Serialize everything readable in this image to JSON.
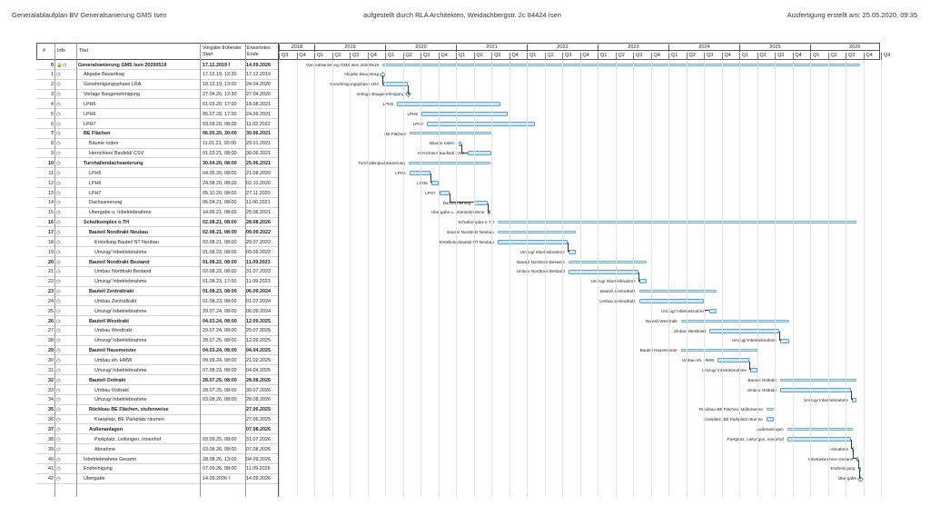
{
  "header": {
    "title": "Generalablaufplan BV Generalsanierung GMS Isen",
    "author": "aufgestellt durch RLA Architekten, Weidachbergstr. 2c 84424 Isen",
    "date": "Ausfertigung erstellt am: 25.05.2020, 09:35"
  },
  "table": {
    "columns": {
      "nr": "#",
      "info": "Info",
      "title": "Titel",
      "start": "Vorgabe frühester Start",
      "end": "Erwartetes Ende"
    },
    "rows": [
      {
        "nr": "0",
        "name": "Generalsanierung GMS Isen 20200519",
        "start": "17.12.2019 I",
        "end": "14.09.2026",
        "summary": true,
        "indent": 0
      },
      {
        "nr": "1",
        "name": "Abgabe Bauantrag",
        "start": "17.12.19, 12:30",
        "end": "17.12.2019",
        "indent": 1
      },
      {
        "nr": "2",
        "name": "Genehmigungsphase LRA",
        "start": "18.12.19, 13:00",
        "end": "24.04.2020",
        "indent": 1
      },
      {
        "nr": "3",
        "name": "Vorlage Baugenehmigung",
        "start": "27.04.20, 12:30",
        "end": "27.04.2020",
        "indent": 1
      },
      {
        "nr": "4",
        "name": "LPH5",
        "start": "01.03.20, 17:00",
        "end": "18.08.2021",
        "indent": 1
      },
      {
        "nr": "5",
        "name": "LPH6",
        "start": "05.07.20, 17:00",
        "end": "24.09.2021",
        "indent": 1
      },
      {
        "nr": "6",
        "name": "LPH7",
        "start": "03.08.20, 08:00",
        "end": "11.02.2022",
        "indent": 1
      },
      {
        "nr": "7",
        "name": "BE Flächen",
        "start": "06.05.20, 30:00",
        "end": "30.06.2021",
        "summary": true,
        "indent": 1
      },
      {
        "nr": "8",
        "name": "Bäume roden",
        "start": "11.01.21, 00:00",
        "end": "29.01.2021",
        "indent": 2
      },
      {
        "nr": "9",
        "name": "Herrichten/ Baufeld/ CSV",
        "start": "01.03.21, 08:00",
        "end": "30.06.2021",
        "indent": 2
      },
      {
        "nr": "10",
        "name": "Turnhallendachsanierung",
        "start": "30.04.20, 08:00",
        "end": "25.06.2021",
        "summary": true,
        "indent": 1
      },
      {
        "nr": "11",
        "name": "LPH5",
        "start": "04.05.20, 08:00",
        "end": "21.08.2020",
        "indent": 2
      },
      {
        "nr": "12",
        "name": "LPH6",
        "start": "24.08.20, 08:00",
        "end": "02.10.2020",
        "indent": 2
      },
      {
        "nr": "13",
        "name": "LPH7",
        "start": "05.10.20, 08:00",
        "end": "27.11.2020",
        "indent": 2
      },
      {
        "nr": "14",
        "name": "Dachsanierung",
        "start": "05.04.21, 08:00",
        "end": "11.06.2021",
        "indent": 2
      },
      {
        "nr": "15",
        "name": "Übergabe u. Inbetriebnahme",
        "start": "14.06.21, 08:00",
        "end": "25.06.2021",
        "indent": 2
      },
      {
        "nr": "16",
        "name": "Schulkomplex o.TH",
        "start": "02.08.21, 08:00",
        "end": "28.08.2026",
        "summary": true,
        "indent": 1
      },
      {
        "nr": "17",
        "name": "Bauteil Nordtrakt Neubau",
        "start": "02.08.21, 08:00",
        "end": "09.09.2022",
        "summary": true,
        "indent": 2
      },
      {
        "nr": "18",
        "name": "Erstellung Bauteil NT Neubau",
        "start": "02.08.21, 08:00",
        "end": "29.07.2022",
        "indent": 3
      },
      {
        "nr": "19",
        "name": "Umzug/ Inbetriebnahme",
        "start": "01.08.22, 08:00",
        "end": "09.09.2022",
        "indent": 3
      },
      {
        "nr": "20",
        "name": "Bauteil Nordtrakt Bestand",
        "start": "01.08.22, 08:00",
        "end": "11.09.2023",
        "summary": true,
        "indent": 2
      },
      {
        "nr": "21",
        "name": "Umbau Nordtrakt Bestand",
        "start": "02.08.22, 08:00",
        "end": "31.07.2023",
        "indent": 3
      },
      {
        "nr": "22",
        "name": "Umzug/ Inbetriebnahme",
        "start": "01.08.23, 17:00",
        "end": "11.09.2023",
        "indent": 3
      },
      {
        "nr": "23",
        "name": "Bauteil Zentraltrakt",
        "start": "01.08.23, 08:00",
        "end": "06.09.2024",
        "summary": true,
        "indent": 2
      },
      {
        "nr": "24",
        "name": "Umbau Zentraltrakt",
        "start": "01.08.23, 08:00",
        "end": "01.07.2024",
        "indent": 3
      },
      {
        "nr": "25",
        "name": "Umzug/ Inbetriebnahme",
        "start": "29.07.24, 08:00",
        "end": "06.09.2024",
        "indent": 3
      },
      {
        "nr": "26",
        "name": "Bauteil Westtrakt",
        "start": "04.03.24, 08:00",
        "end": "12.09.2025",
        "summary": true,
        "indent": 2
      },
      {
        "nr": "27",
        "name": "Umbau Westtrakt",
        "start": "29.07.24, 08:00",
        "end": "25.07.2025",
        "indent": 3
      },
      {
        "nr": "28",
        "name": "Umzug/ Inbetriebnahme",
        "start": "28.07.25, 08:00",
        "end": "12.09.2025",
        "indent": 3
      },
      {
        "nr": "29",
        "name": "Bauteil Hausmeister",
        "start": "04.03.24, 08:00",
        "end": "04.04.2025",
        "summary": true,
        "indent": 2
      },
      {
        "nr": "30",
        "name": "Umbau eh. HMW",
        "start": "09.09.24, 08:00",
        "end": "21.02.2025",
        "indent": 3
      },
      {
        "nr": "31",
        "name": "Umzug/ Inbetriebnahme",
        "start": "07.08.23, 08:00",
        "end": "04.04.2025",
        "indent": 3
      },
      {
        "nr": "32",
        "name": "Bauteil Osttrakt",
        "start": "28.07.25, 08:00",
        "end": "28.08.2026",
        "summary": true,
        "indent": 2
      },
      {
        "nr": "33",
        "name": "Umbau Osttrakt",
        "start": "28.07.25, 08:00",
        "end": "30.07.2026",
        "indent": 3
      },
      {
        "nr": "34",
        "name": "Umzug/ Inbetriebnahme",
        "start": "03.08.26, 08:00",
        "end": "28.08.2026",
        "indent": 3
      },
      {
        "nr": "35",
        "name": "Rückbau BE Flächen, stufenweise",
        "start": "",
        "end": "27.06.2025",
        "summary": true,
        "indent": 2
      },
      {
        "nr": "36",
        "name": "Kranplatz, BE Parkplatz räumen",
        "start": "",
        "end": "27.06.2025",
        "indent": 3
      },
      {
        "nr": "37",
        "name": "Außenanlagen",
        "start": "",
        "end": "07.08.2026",
        "summary": true,
        "indent": 2
      },
      {
        "nr": "38",
        "name": "Parkplatz, Leitungen, Innenhof",
        "start": "03.09.25, 08:00",
        "end": "31.07.2026",
        "indent": 3
      },
      {
        "nr": "39",
        "name": "Abnahme",
        "start": "03.08.26, 08:00",
        "end": "07.08.2026",
        "indent": 3
      },
      {
        "nr": "40",
        "name": "Inbetriebnahme Gesamt",
        "start": "28.08.26, 13:00",
        "end": "04.09.2026",
        "indent": 1
      },
      {
        "nr": "41",
        "name": "Endreinigung",
        "start": "07.09.26, 08:00",
        "end": "11.09.2026",
        "indent": 1
      },
      {
        "nr": "42",
        "name": "Übergabe",
        "start": "14.09.2026 I",
        "end": "14.09.2026",
        "indent": 1
      }
    ]
  },
  "timeline": {
    "years": [
      "2018",
      "2019",
      "2020",
      "2021",
      "2022",
      "2023",
      "2024",
      "2025",
      "2026"
    ],
    "quarters": [
      "Q3",
      "Q4",
      "Q1",
      "Q2",
      "Q3",
      "Q4",
      "Q1",
      "Q2",
      "Q3",
      "Q4",
      "Q1",
      "Q2",
      "Q3",
      "Q4",
      "Q1",
      "Q2",
      "Q3",
      "Q4",
      "Q1",
      "Q2",
      "Q3",
      "Q4",
      "Q1",
      "Q2",
      "Q3",
      "Q4",
      "Q1",
      "Q2",
      "Q3",
      "Q4",
      "Q1",
      "Q2",
      "Q3",
      "Q4",
      "Q4"
    ],
    "bars": [
      {
        "row": 0,
        "type": "summary",
        "from": "2019-12-17",
        "to": "2026-09-14",
        "label": "Generalsanierung GMS Isen 20200519"
      },
      {
        "row": 1,
        "type": "milestone",
        "from": "2019-12-17",
        "to": "2019-12-17",
        "label": "Abgabe Bauantrag"
      },
      {
        "row": 2,
        "type": "task",
        "from": "2019-12-18",
        "to": "2020-04-24",
        "label": "Genehmigungsphase LRA"
      },
      {
        "row": 3,
        "type": "milestone",
        "from": "2020-04-27",
        "to": "2020-04-27",
        "label": "Vorlage Baugenehmigung"
      },
      {
        "row": 4,
        "type": "task",
        "from": "2020-03-01",
        "to": "2021-08-18",
        "label": "LPH5"
      },
      {
        "row": 5,
        "type": "task",
        "from": "2020-07-05",
        "to": "2021-09-24",
        "label": "LPH6"
      },
      {
        "row": 6,
        "type": "task",
        "from": "2020-08-03",
        "to": "2022-02-11",
        "label": "LPH7"
      },
      {
        "row": 7,
        "type": "summary",
        "from": "2020-05-06",
        "to": "2021-06-30",
        "label": "BE Flächen"
      },
      {
        "row": 8,
        "type": "task",
        "from": "2021-01-11",
        "to": "2021-01-29",
        "label": "Bäume roden"
      },
      {
        "row": 9,
        "type": "task",
        "from": "2021-03-01",
        "to": "2021-06-30",
        "label": "Herrichten/ Baufeld/ CSV"
      },
      {
        "row": 10,
        "type": "summary",
        "from": "2020-04-30",
        "to": "2021-06-25",
        "label": "Turnhallendachsanierung"
      },
      {
        "row": 11,
        "type": "task",
        "from": "2020-05-04",
        "to": "2020-08-21",
        "label": "LPH5"
      },
      {
        "row": 12,
        "type": "task",
        "from": "2020-08-24",
        "to": "2020-10-02",
        "label": "LPH6"
      },
      {
        "row": 13,
        "type": "task",
        "from": "2020-10-05",
        "to": "2020-11-27",
        "label": "LPH7"
      },
      {
        "row": 14,
        "type": "task",
        "from": "2021-04-05",
        "to": "2021-06-11",
        "label": "Dachsanierung"
      },
      {
        "row": 15,
        "type": "task",
        "from": "2021-06-14",
        "to": "2021-06-25",
        "label": "Übergabe u. Inbetriebnahme"
      },
      {
        "row": 16,
        "type": "summary",
        "from": "2021-08-02",
        "to": "2026-08-28",
        "label": "Schulkomplex o.TH"
      },
      {
        "row": 17,
        "type": "summary",
        "from": "2021-08-02",
        "to": "2022-09-09",
        "label": "Bauteil Nordtrakt Neubau"
      },
      {
        "row": 18,
        "type": "task",
        "from": "2021-08-02",
        "to": "2022-07-29",
        "label": "Erstellung Bauteil NT Neubau"
      },
      {
        "row": 19,
        "type": "task",
        "from": "2022-08-01",
        "to": "2022-09-09",
        "label": "Umzug/ Inbetriebnahme"
      },
      {
        "row": 20,
        "type": "summary",
        "from": "2022-08-01",
        "to": "2023-09-11",
        "label": "Bauteil Nordtrakt Bestand"
      },
      {
        "row": 21,
        "type": "task",
        "from": "2022-08-02",
        "to": "2023-07-31",
        "label": "Umbau Nordtrakt Bestand"
      },
      {
        "row": 22,
        "type": "task",
        "from": "2023-08-01",
        "to": "2023-09-11",
        "label": "Umzug/ Inbetriebnahme"
      },
      {
        "row": 23,
        "type": "summary",
        "from": "2023-08-01",
        "to": "2024-09-06",
        "label": "Bauteil Zentraltrakt"
      },
      {
        "row": 24,
        "type": "task",
        "from": "2023-08-01",
        "to": "2024-07-01",
        "label": "Umbau Zentraltrakt"
      },
      {
        "row": 25,
        "type": "task",
        "from": "2024-07-29",
        "to": "2024-09-06",
        "label": "Umzug/ Inbetriebnahme"
      },
      {
        "row": 26,
        "type": "summary",
        "from": "2024-03-04",
        "to": "2025-09-12",
        "label": "Bauteil Westtrakt"
      },
      {
        "row": 27,
        "type": "task",
        "from": "2024-07-29",
        "to": "2025-07-25",
        "label": "Umbau Westtrakt"
      },
      {
        "row": 28,
        "type": "task",
        "from": "2025-07-28",
        "to": "2025-09-12",
        "label": "Umzug/ Inbetriebnahme"
      },
      {
        "row": 29,
        "type": "summary",
        "from": "2024-03-04",
        "to": "2025-04-04",
        "label": "Bauteil Hausmeister"
      },
      {
        "row": 30,
        "type": "task",
        "from": "2024-09-09",
        "to": "2025-02-21",
        "label": "Umbau eh. HMW"
      },
      {
        "row": 31,
        "type": "task",
        "from": "2025-02-24",
        "to": "2025-04-04",
        "label": "Umzug/ Inbetriebnahme"
      },
      {
        "row": 32,
        "type": "summary",
        "from": "2025-07-28",
        "to": "2026-08-28",
        "label": "Bauteil Osttrakt"
      },
      {
        "row": 33,
        "type": "task",
        "from": "2025-07-28",
        "to": "2026-07-30",
        "label": "Umbau Osttrakt"
      },
      {
        "row": 34,
        "type": "task",
        "from": "2026-08-03",
        "to": "2026-08-28",
        "label": "Umzug/ Inbetriebnahme"
      },
      {
        "row": 35,
        "type": "summary",
        "from": "2025-05-19",
        "to": "2025-06-27",
        "label": "Rückbau BE Flächen, stufenweise"
      },
      {
        "row": 36,
        "type": "task",
        "from": "2025-05-19",
        "to": "2025-06-27",
        "label": "Kranplatz, BE Parkplatz räumen"
      },
      {
        "row": 37,
        "type": "summary",
        "from": "2025-09-03",
        "to": "2026-08-07",
        "label": "Außenanlagen"
      },
      {
        "row": 38,
        "type": "task",
        "from": "2025-09-03",
        "to": "2026-07-31",
        "label": "Parkplatz, Leitungen, Innenhof"
      },
      {
        "row": 39,
        "type": "task",
        "from": "2026-08-03",
        "to": "2026-08-07",
        "label": "Abnahme"
      },
      {
        "row": 40,
        "type": "task",
        "from": "2026-08-28",
        "to": "2026-09-04",
        "label": "Inbetriebnahme Gesamt"
      },
      {
        "row": 41,
        "type": "task",
        "from": "2026-09-07",
        "to": "2026-09-11",
        "label": "Endreinigung"
      },
      {
        "row": 42,
        "type": "milestone",
        "from": "2026-09-14",
        "to": "2026-09-14",
        "label": "Übergabe"
      }
    ]
  }
}
